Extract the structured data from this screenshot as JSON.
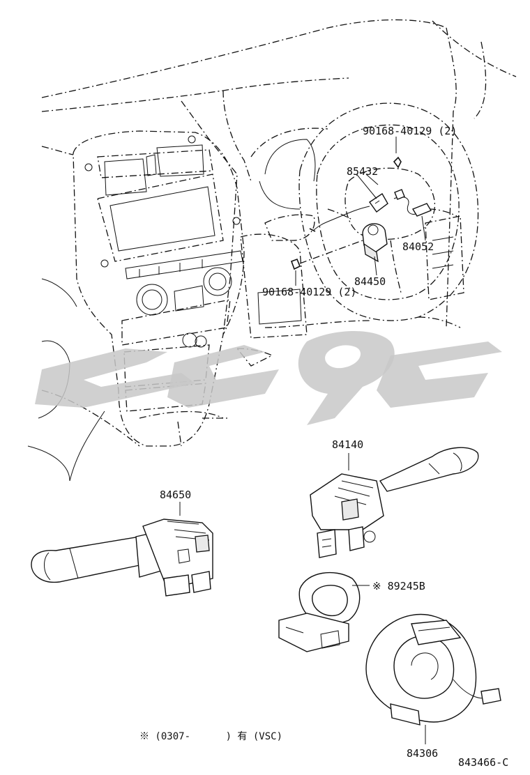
{
  "diagram": {
    "part_labels": {
      "bolt_upper": "90168-40129 (2)",
      "sensor_85432": "85432",
      "cable_84052": "84052",
      "switch_84450": "84450",
      "bolt_lower": "90168-40129 (2)",
      "switch_84140": "84140",
      "switch_84650": "84650",
      "sensor_89245b": "※ 89245B",
      "spiral_84306": "84306"
    },
    "footnote": "※ (0307-      ) 有 (VSC)",
    "figure_code": "843466-C"
  },
  "colors": {
    "line": "#111111",
    "watermark": "#c8c8c8",
    "background": "#ffffff"
  }
}
